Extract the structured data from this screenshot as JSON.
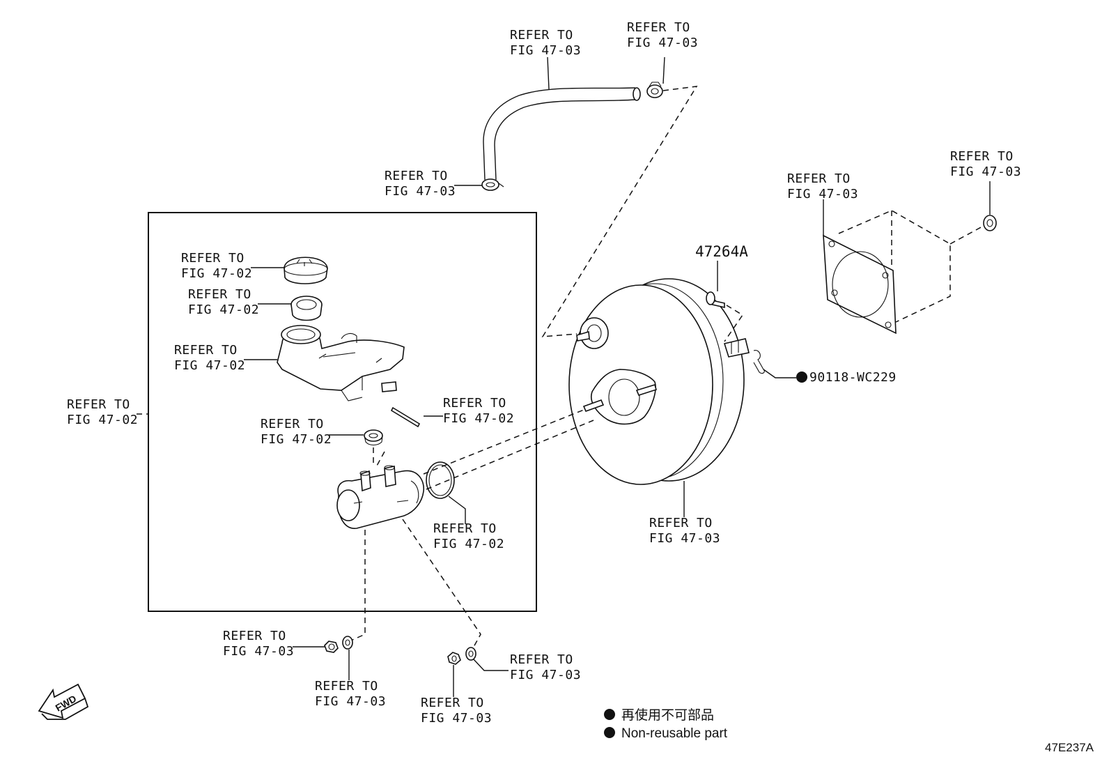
{
  "callouts": {
    "hose_top_left": [
      "REFER TO",
      "FIG 47-03"
    ],
    "clip_top_right": [
      "REFER TO",
      "FIG 47-03"
    ],
    "clip_lower": [
      "REFER TO",
      "FIG 47-03"
    ],
    "gasket": [
      "REFER TO",
      "FIG 47-03"
    ],
    "nut_right": [
      "REFER TO",
      "FIG 47-03"
    ],
    "reservoir_cap": [
      "REFER TO",
      "FIG 47-02"
    ],
    "strainer": [
      "REFER TO",
      "FIG 47-02"
    ],
    "reservoir": [
      "REFER TO",
      "FIG 47-02"
    ],
    "assembly": [
      "REFER TO",
      "FIG 47-02"
    ],
    "pin": [
      "REFER TO",
      "FIG 47-02"
    ],
    "grommet": [
      "REFER TO",
      "FIG 47-02"
    ],
    "o_ring": [
      "REFER TO",
      "FIG 47-02"
    ],
    "booster": [
      "REFER TO",
      "FIG 47-03"
    ],
    "nut_lower_left": [
      "REFER TO",
      "FIG 47-03"
    ],
    "washer_lower_left": [
      "REFER TO",
      "FIG 47-03"
    ],
    "nut_lower_mid": [
      "REFER TO",
      "FIG 47-03"
    ],
    "washer_lower_mid": [
      "REFER TO",
      "FIG 47-03"
    ]
  },
  "part_numbers": {
    "pin": "47264A",
    "clip": "90118-WC229"
  },
  "legend": {
    "japanese": "再使用不可部品",
    "english": "Non-reusable part"
  },
  "figure_code": "47E237A",
  "fwd_label": "FWD"
}
